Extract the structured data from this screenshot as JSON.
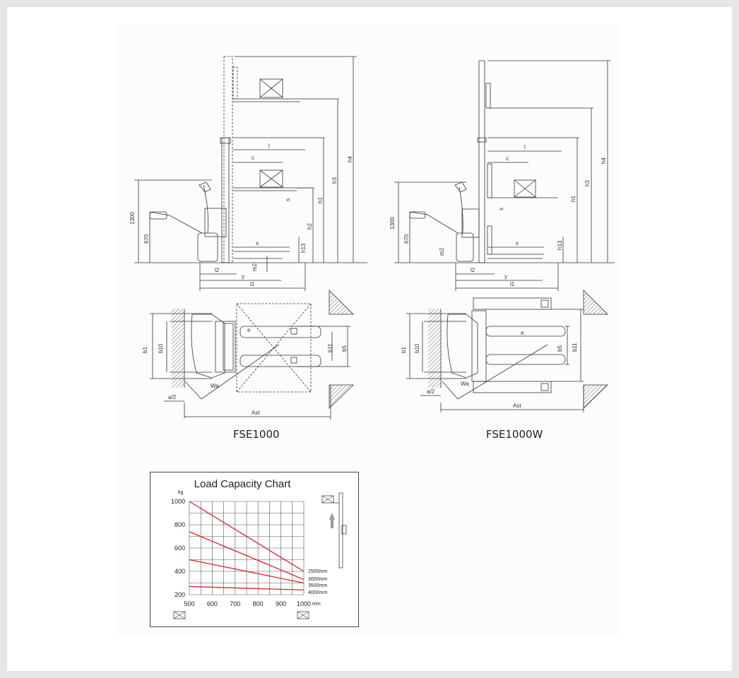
{
  "models": [
    {
      "caption": "FSE1000"
    },
    {
      "caption": "FSE1000W"
    }
  ],
  "dimension_labels": {
    "l": "l",
    "c": "c",
    "s": "s",
    "x": "x",
    "y": "y",
    "l1": "l1",
    "l2": "l2",
    "h1": "h1",
    "h2": "h2",
    "h3": "h3",
    "h4": "h4",
    "h13": "h13",
    "m2": "m2",
    "b1": "b1",
    "b5": "b5",
    "b10": "b10",
    "b11": "b11",
    "e": "e",
    "Wa": "Wa",
    "a2": "a/2",
    "Ast": "Ast",
    "height_1300": "1300",
    "height_670": "670"
  },
  "chart_data": {
    "type": "line",
    "title": "Load Capacity Chart",
    "ylabel": "kg",
    "xlabel": "mm",
    "x": [
      500,
      1000
    ],
    "xticks": [
      "500",
      "600",
      "700",
      "800",
      "900",
      "1000"
    ],
    "yticks": [
      "200",
      "400",
      "600",
      "800",
      "1000"
    ],
    "xlim": [
      500,
      1000
    ],
    "ylim": [
      200,
      1000
    ],
    "series": [
      {
        "name": "2500mm",
        "values": [
          1000,
          400
        ]
      },
      {
        "name": "3000mm",
        "values": [
          740,
          330
        ]
      },
      {
        "name": "3500mm",
        "values": [
          500,
          300
        ]
      },
      {
        "name": "4000mm",
        "values": [
          270,
          240
        ]
      }
    ],
    "line_color": "#d9232e",
    "grid": true,
    "legend": "right"
  }
}
